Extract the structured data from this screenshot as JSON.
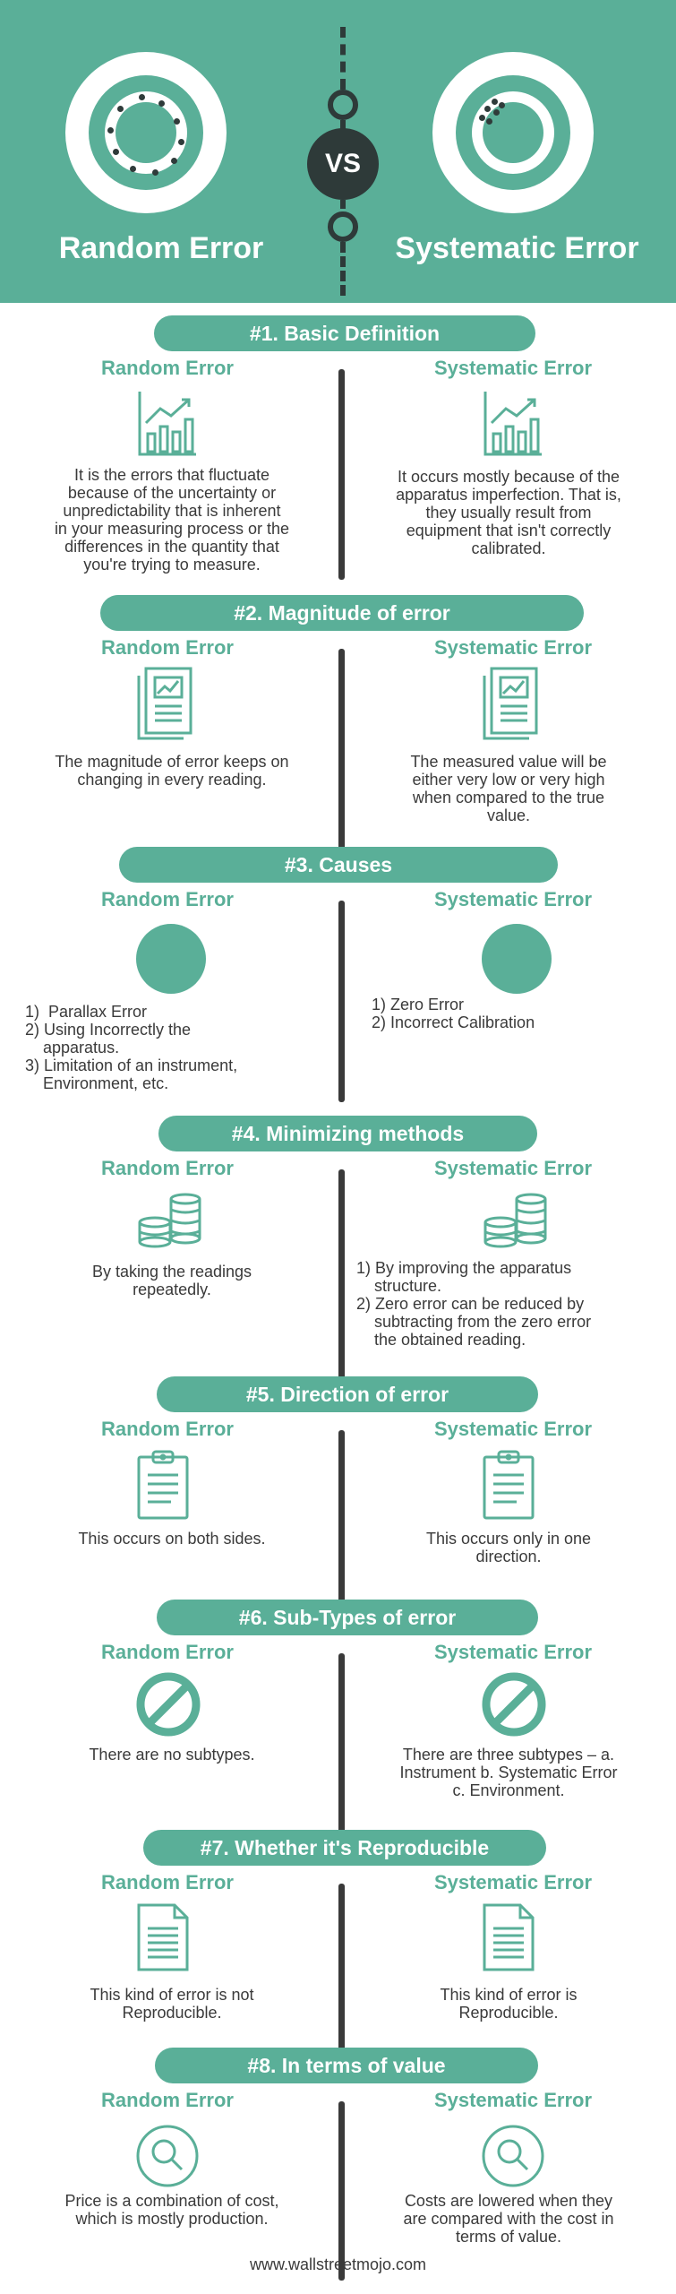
{
  "header": {
    "vs_label": "VS",
    "left_title": "Random Error",
    "right_title": "Systematic Error"
  },
  "column_labels": {
    "left": "Random Error",
    "right": "Systematic Error"
  },
  "sections": [
    {
      "title": "#1. Basic Definition",
      "icon": "bar-chart-icon",
      "left_lines": [
        "It is the errors that fluctuate",
        "because of the uncertainty or",
        "unpredictability that is inherent",
        "in your measuring process or the",
        "differences in the quantity that",
        "you're trying to measure."
      ],
      "right_lines": [
        "It occurs mostly because of the",
        "apparatus imperfection. That is,",
        "they usually result from",
        "equipment that isn't correctly",
        "calibrated."
      ]
    },
    {
      "title": "#2. Magnitude of error",
      "icon": "report-chart-icon",
      "left_lines": [
        "The magnitude of error keeps on",
        "changing in every reading."
      ],
      "right_lines": [
        "The measured value will be",
        "either very low or very high",
        "when compared to the true",
        "value."
      ]
    },
    {
      "title": "#3. Causes",
      "icon": "filled-circle-icon",
      "left_lines": [
        "1)  Parallax Error",
        "2) Using Incorrectly the",
        "    apparatus.",
        "3) Limitation of an instrument,",
        "    Environment, etc."
      ],
      "right_lines": [
        "1) Zero Error",
        "2) Incorrect Calibration"
      ]
    },
    {
      "title": "#4. Minimizing methods",
      "icon": "coin-stack-icon",
      "left_lines": [
        "By taking the readings",
        "repeatedly."
      ],
      "right_lines": [
        "1) By improving the apparatus",
        "    structure.",
        "2) Zero error can be reduced by",
        "    subtracting from the zero error",
        "    the obtained reading."
      ]
    },
    {
      "title": "#5. Direction of error",
      "icon": "clipboard-icon",
      "left_lines": [
        "This occurs on both sides."
      ],
      "right_lines": [
        "This occurs only in one",
        "direction."
      ]
    },
    {
      "title": "#6. Sub-Types of error",
      "icon": "prohibited-icon",
      "left_lines": [
        "There are no subtypes."
      ],
      "right_lines": [
        "There are three subtypes – a.",
        "Instrument b. Systematic Error",
        "c. Environment."
      ]
    },
    {
      "title": "#7. Whether it's Reproducible",
      "icon": "document-icon",
      "left_lines": [
        "This kind of error is not",
        "Reproducible."
      ],
      "right_lines": [
        "This kind of error is",
        "Reproducible."
      ]
    },
    {
      "title": "#8. In terms of value",
      "icon": "magnifier-icon",
      "left_lines": [
        "Price is a combination of cost,",
        "which is mostly production."
      ],
      "right_lines": [
        "Costs are lowered when they",
        "are compared with the cost in",
        "terms of value."
      ]
    }
  ],
  "footer": "www.wallstreetmojo.com",
  "colors": {
    "accent": "#5aaf98",
    "dark": "#2e3a39",
    "text": "#3a3a3a"
  }
}
